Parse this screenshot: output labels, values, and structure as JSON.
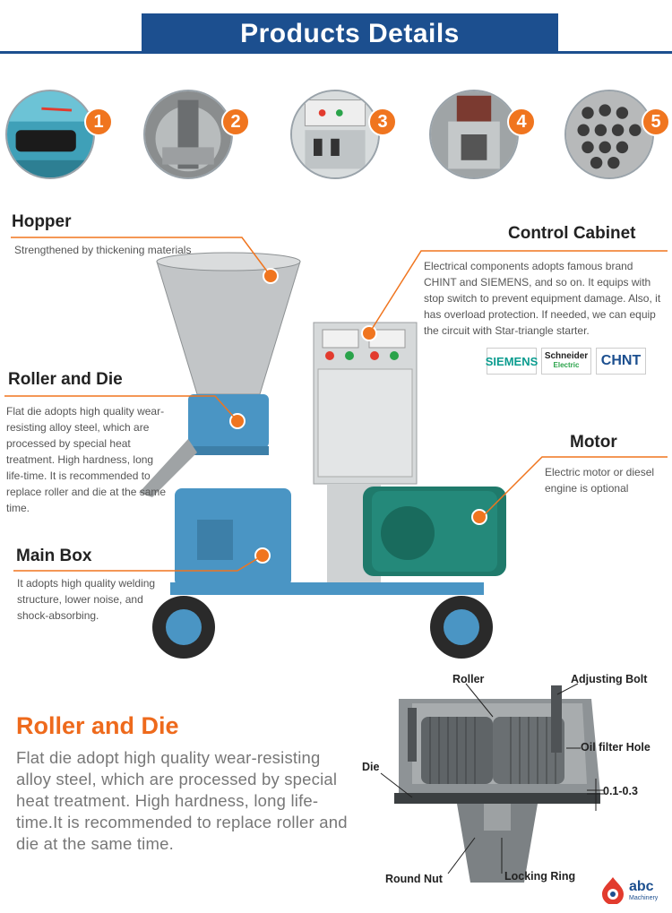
{
  "header": {
    "title": "Products Details"
  },
  "thumbnails": [
    {
      "number": "1",
      "icon": "hopper-detail-photo"
    },
    {
      "number": "2",
      "icon": "roller-detail-photo"
    },
    {
      "number": "3",
      "icon": "control-panel-photo"
    },
    {
      "number": "4",
      "icon": "die-chamber-photo"
    },
    {
      "number": "5",
      "icon": "flat-die-photo"
    }
  ],
  "features": {
    "hopper": {
      "title": "Hopper",
      "desc": "Strengthened by thickening materials"
    },
    "control_cabinet": {
      "title": "Control Cabinet",
      "desc": "Electrical components adopts famous brand CHINT and SIEMENS, and so on. It equips with stop switch to prevent equipment damage. Also, it has overload protection. If needed, we can equip the circuit with Star-triangle starter."
    },
    "roller_die": {
      "title": "Roller and Die",
      "desc": "Flat die adopts high quality wear-resisting alloy steel, which are processed by special heat treatment. High hardness, long life-time. It is recommended to replace roller and die at the same time."
    },
    "motor": {
      "title": "Motor",
      "desc": "Electric motor or diesel engine is optional"
    },
    "main_box": {
      "title": "Main Box",
      "desc": "It adopts high quality welding structure, lower noise, and shock-absorbing."
    }
  },
  "brands": [
    "SIEMENS",
    "Schneider",
    "Electric",
    "CHNT"
  ],
  "bottom": {
    "title": "Roller and Die",
    "desc": "Flat die adopt high quality wear-resisting alloy steel, which are processed by special heat treatment. High hardness, long life-time.It is recommended to replace roller and die at the same time."
  },
  "diagram": {
    "roller": "Roller",
    "adjusting_bolt": "Adjusting Bolt",
    "oil_filter": "Oil filter Hole",
    "die": "Die",
    "gap": "0.1-0.3",
    "round_nut": "Round Nut",
    "locking_ring": "Locking Ring"
  },
  "logo": {
    "name": "abc",
    "sub": "Machinery"
  },
  "colors": {
    "accent": "#f0751f",
    "brand_blue": "#1c4f8f",
    "machine_blue": "#4a95c4"
  }
}
